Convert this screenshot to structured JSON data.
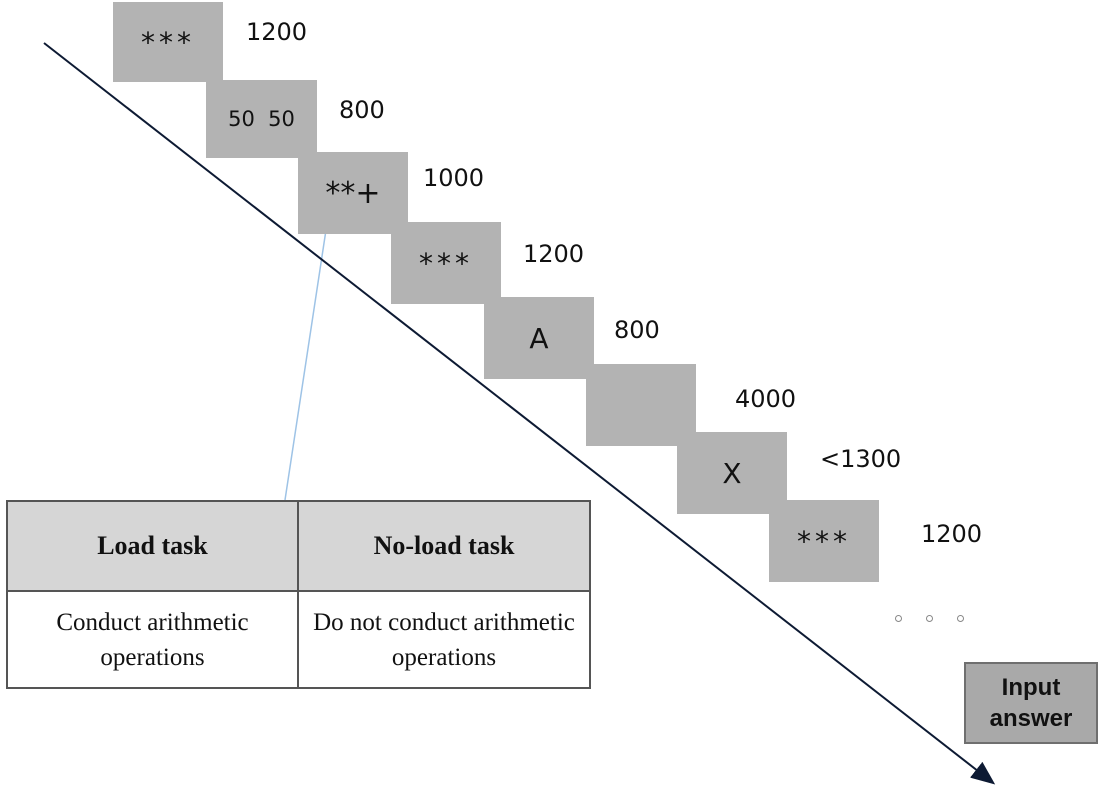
{
  "timeline": {
    "screens": [
      {
        "text": "***",
        "duration": "1200"
      },
      {
        "text": "50  50",
        "duration": "800"
      },
      {
        "text": "**+",
        "duration": "1000"
      },
      {
        "text": "***",
        "duration": "1200"
      },
      {
        "text": "A",
        "duration": "800"
      },
      {
        "text": "",
        "duration": "4000"
      },
      {
        "text": "X",
        "duration": "<1300"
      },
      {
        "text": "***",
        "duration": "1200"
      }
    ]
  },
  "task_table": {
    "headers": [
      "Load task",
      "No-load task"
    ],
    "descriptions": [
      "Conduct arithmetic operations",
      "Do not conduct arithmetic operations"
    ]
  },
  "input_box": {
    "label": "Input answer"
  },
  "colors": {
    "screen_fill": "#b3b3b3",
    "timeline_arrow": "#0d1a33",
    "connector_line": "#9ec3e6",
    "table_header_fill": "#d6d6d6"
  }
}
